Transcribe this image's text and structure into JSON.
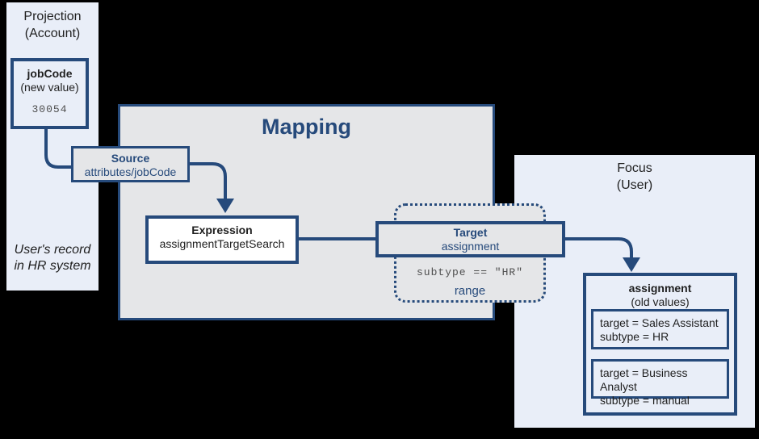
{
  "palette": {
    "background": "#000000",
    "panel_fill": "#e9eef8",
    "gray_fill": "#e5e6e8",
    "line_blue": "#264a7b",
    "text_dark": "#1f1f1f",
    "mono_gray": "#4f4f4f"
  },
  "projection_panel": {
    "title_line1": "Projection",
    "title_line2": "(Account)",
    "jobcode_box": {
      "name": "jobCode",
      "subtitle": "(new value)",
      "value": "30054"
    },
    "footnote_line1": "User's record",
    "footnote_line2": "in HR system"
  },
  "mapping": {
    "title": "Mapping",
    "source_box": {
      "label": "Source",
      "value": "attributes/jobCode"
    },
    "expression_box": {
      "label": "Expression",
      "value": "assignmentTargetSearch"
    },
    "target_box": {
      "label": "Target",
      "value": "assignment"
    },
    "range_group": {
      "condition": "subtype == \"HR\"",
      "label": "range"
    }
  },
  "focus_panel": {
    "title_line1": "Focus",
    "title_line2": "(User)",
    "assignment_box": {
      "label": "assignment",
      "subtitle": "(old values)",
      "values": [
        {
          "line1": "target = Sales Assistant",
          "line2": "subtype = HR"
        },
        {
          "line1": "target = Business Analyst",
          "line2": "subtype = manual"
        }
      ]
    }
  }
}
